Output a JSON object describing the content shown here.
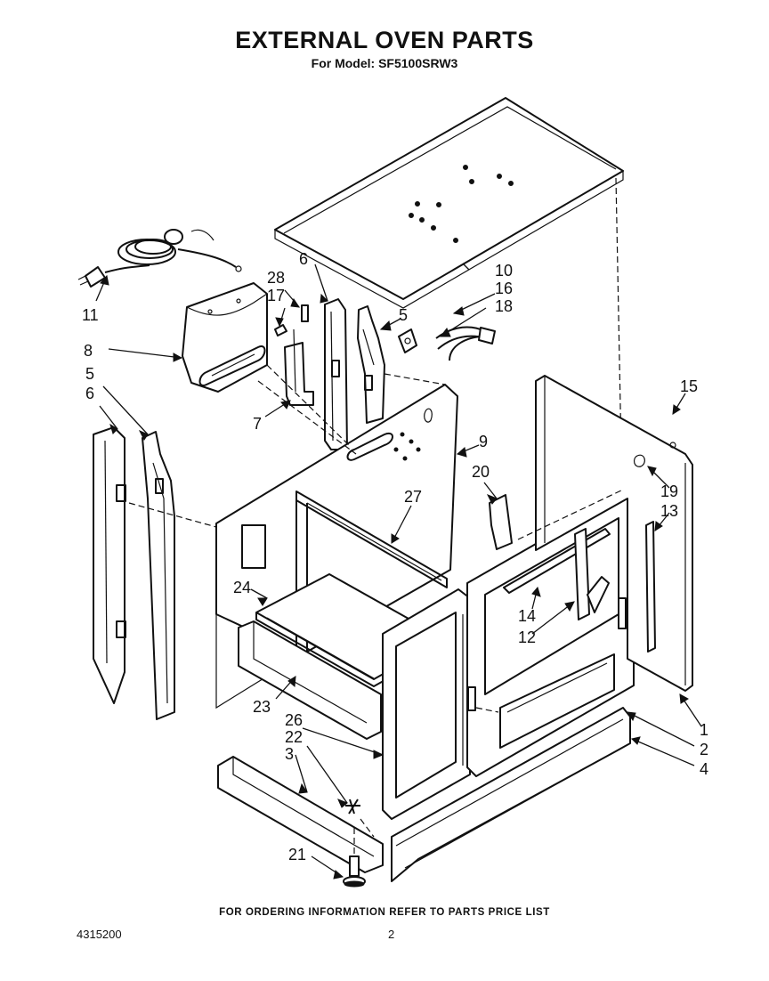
{
  "header": {
    "title": "EXTERNAL OVEN PARTS",
    "subtitle": "For Model: SF5100SRW3"
  },
  "footer": {
    "ordering_note": "FOR ORDERING INFORMATION REFER TO PARTS PRICE LIST",
    "doc_number": "4315200",
    "page_number": "2"
  },
  "callouts": {
    "c1": "1",
    "c2": "2",
    "c3": "3",
    "c4": "4",
    "c5a": "5",
    "c5b": "5",
    "c6a": "6",
    "c6b": "6",
    "c7": "7",
    "c8": "8",
    "c9": "9",
    "c10": "10",
    "c11": "11",
    "c12": "12",
    "c13": "13",
    "c14": "14",
    "c15": "15",
    "c16": "16",
    "c17": "17",
    "c18": "18",
    "c19": "19",
    "c20": "20",
    "c21": "21",
    "c22": "22",
    "c23": "23",
    "c24": "24",
    "c26": "26",
    "c27": "27",
    "c28": "28"
  }
}
